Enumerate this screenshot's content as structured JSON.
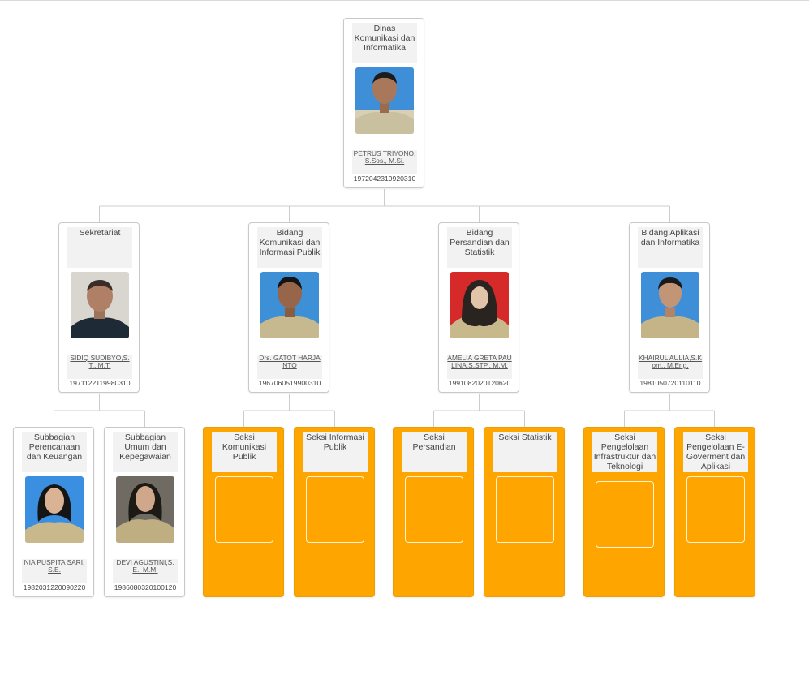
{
  "colors": {
    "vacant": "#ffa500",
    "card_border": "#c9c9c9",
    "title_bg": "#f2f2f2",
    "connector": "#cccccc"
  },
  "root": {
    "title": "Dinas Komunikasi dan Informatika",
    "name": "PETRUS TRIYONO,S.Sos., M.Si.",
    "nip": "1972042319920310"
  },
  "bidang": [
    {
      "title": "Sekretariat",
      "name": "SIDIQ SUDIBYO,S.T., M.T.",
      "nip": "1971122119980310"
    },
    {
      "title": "Bidang Komunikasi dan Informasi Publik",
      "name": "Drs. GATOT HARJANTO",
      "nip": "1967060519900310"
    },
    {
      "title": "Bidang Persandian dan Statistik",
      "name": "AMELIA GRETA PAULINA,S.STP., M.M.",
      "nip": "1991082020120620"
    },
    {
      "title": "Bidang Aplikasi dan Informatika",
      "name": "KHAIRUL AULIA,S.Kom., M.Eng.",
      "nip": "1981050720110110"
    }
  ],
  "subbagian": [
    {
      "title": "Subbagian Perencanaan dan Keuangan",
      "name": "NIA PUSPITA SARI,S.E.",
      "nip": "1982031220090220"
    },
    {
      "title": "Subbagian Umum dan Kepegawaian",
      "name": "DEVI AGUSTINI,S.E., M.M.",
      "nip": "1986080320100120"
    }
  ],
  "seksi": [
    {
      "title": "Seksi Komunikasi Publik"
    },
    {
      "title": "Seksi Informasi Publik"
    },
    {
      "title": "Seksi Persandian"
    },
    {
      "title": "Seksi Statistik"
    },
    {
      "title": "Seksi Pengelolaan Infrastruktur dan Teknologi Informasi"
    },
    {
      "title": "Seksi Pengelolaan E-Goverment dan Aplikasi"
    }
  ]
}
